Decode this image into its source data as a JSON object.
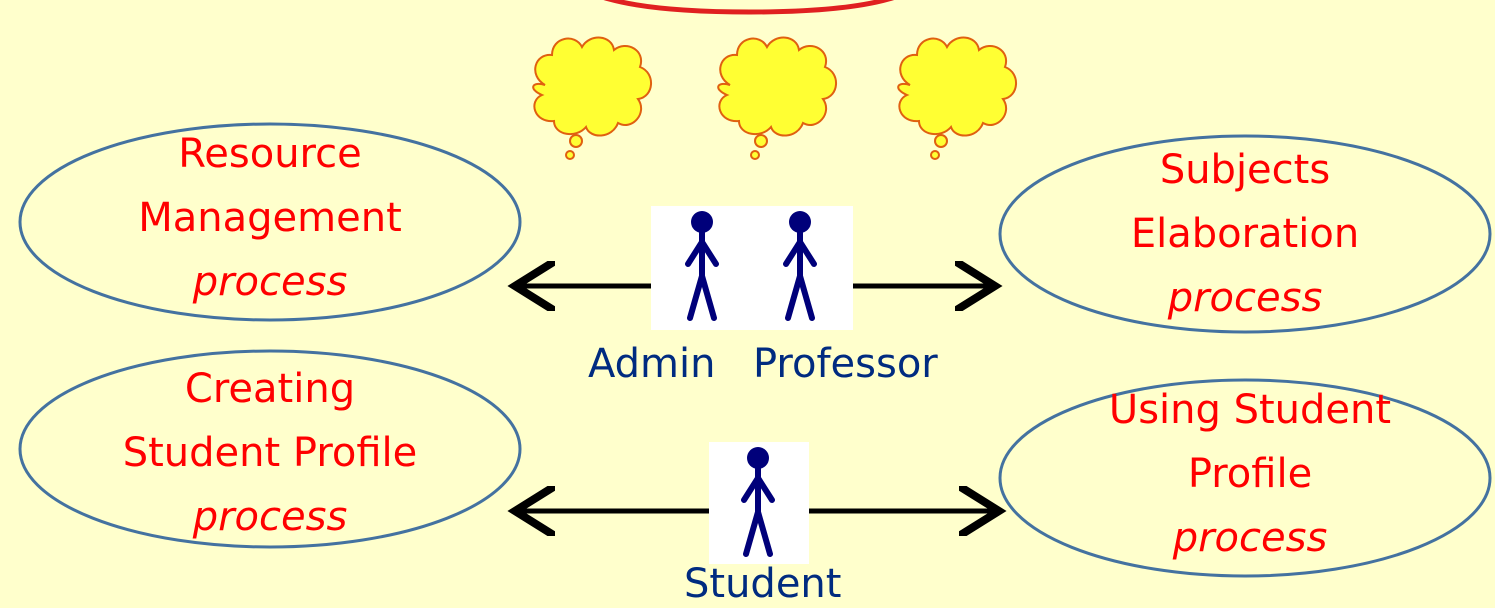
{
  "colors": {
    "background": "#ffffcc",
    "process_text": "#ff0000",
    "process_outline": "#4472a0",
    "actor": "#00007a",
    "actor_text": "#002b80",
    "arrow": "#000000",
    "thought_fill": "#ffff33",
    "thought_stroke": "#e06010",
    "top_banner_stroke": "#e02020"
  },
  "processes": {
    "resource_management": {
      "line1": "Resource",
      "line2": "Management",
      "kind": "process"
    },
    "creating_student_profile": {
      "line1": "Creating",
      "line2": "Student Profile",
      "kind": "process"
    },
    "subjects_elaboration": {
      "line1": "Subjects",
      "line2": "Elaboration",
      "kind": "process"
    },
    "using_student_profile": {
      "line1": "Using Student",
      "line2": "Profile",
      "kind": "process"
    }
  },
  "actors": {
    "admin": "Admin",
    "professor": "Professor",
    "student": "Student"
  },
  "icons": {
    "thought_bubble": "thought-bubble-icon",
    "actor_figure": "stick-figure-icon"
  }
}
